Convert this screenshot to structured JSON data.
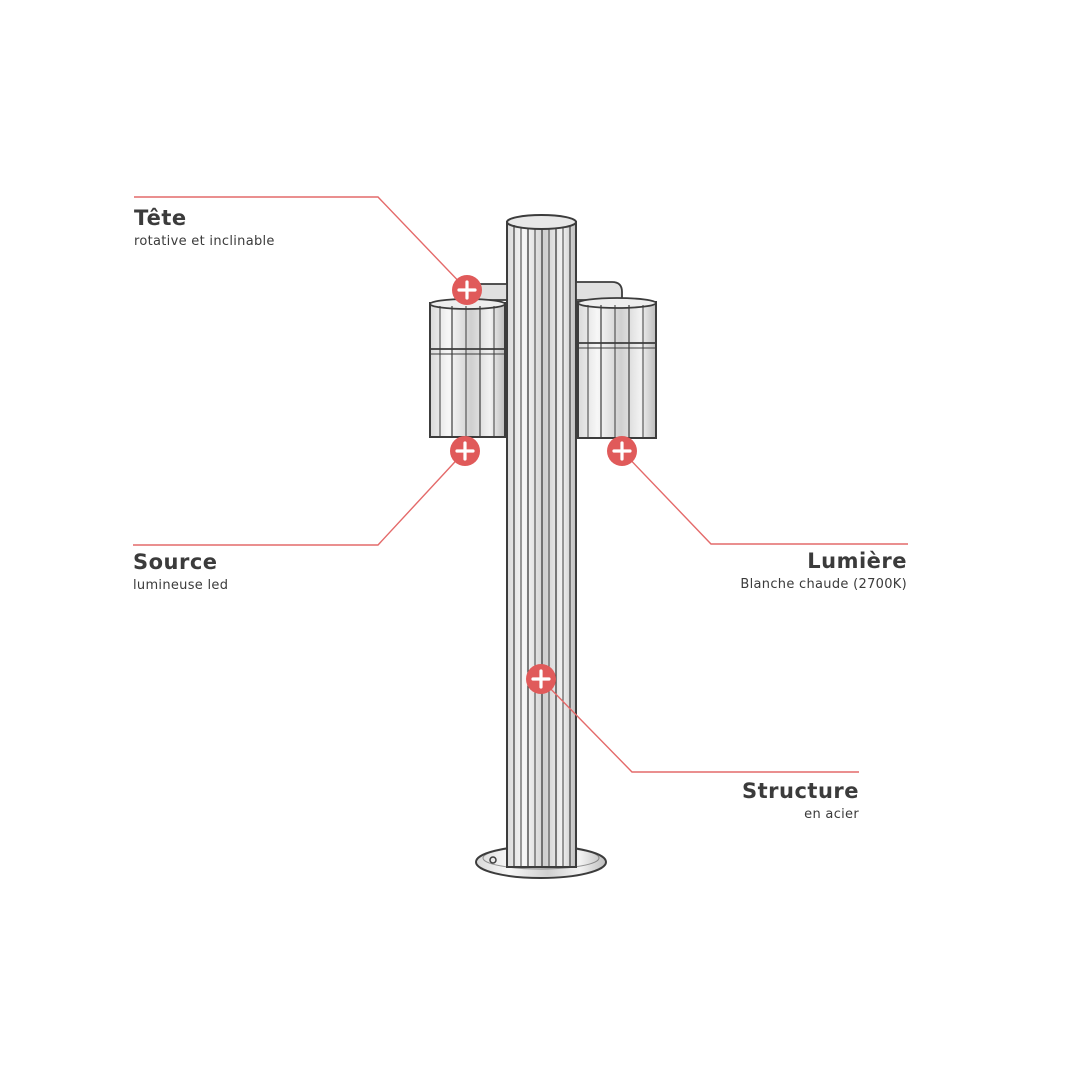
{
  "colors": {
    "accent": "#e05a5a",
    "line": "#e46a6a",
    "sketch": "#3c3c3c",
    "text": "#3b3b3b"
  },
  "annotations": [
    {
      "id": "tete",
      "title": "Tête",
      "subtitle": "rotative et inclinable",
      "icon": "plus-icon"
    },
    {
      "id": "source",
      "title": "Source",
      "subtitle": "lumineuse led",
      "icon": "plus-icon"
    },
    {
      "id": "lumiere",
      "title": "Lumière",
      "subtitle": "Blanche chaude (2700K)",
      "icon": "plus-icon"
    },
    {
      "id": "structure",
      "title": "Structure",
      "subtitle": "en acier",
      "icon": "plus-icon"
    }
  ]
}
